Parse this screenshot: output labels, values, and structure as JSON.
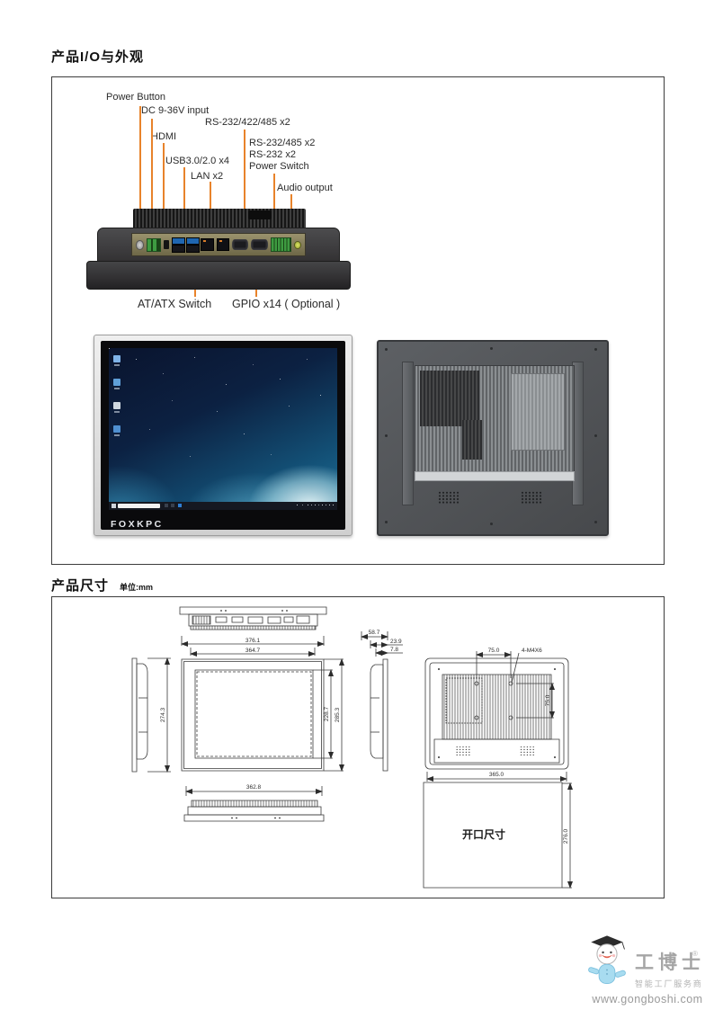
{
  "sections": {
    "io": {
      "title": "产品I/O与外观"
    },
    "dims": {
      "title": "产品尺寸",
      "unit": "单位:mm"
    }
  },
  "io_diagram": {
    "labels": {
      "power_button": "Power Button",
      "dc_input": "DC 9-36V input",
      "serial_422": "RS-232/422/485 x2",
      "hdmi": "HDMI",
      "serial_485": "RS-232/485 x2",
      "serial_232": "RS-232 x2",
      "power_switch": "Power Switch",
      "usb": "USB3.0/2.0 x4",
      "lan": "LAN x2",
      "audio": "Audio output",
      "at_atx": "AT/ATX Switch",
      "gpio": "GPIO x14 ( Optional )"
    },
    "front_brand": "FOXKPC"
  },
  "dimension_drawing": {
    "front_width_outer": "376.1",
    "front_width_inner": "364.7",
    "side_height": "274.3",
    "screen_height_inner": "228.7",
    "screen_height_outer": "285.3",
    "side_depth": "58.7",
    "depth_mid": "23.9",
    "depth_front": "7.8",
    "vesa_horizontal": "75.0",
    "vesa_screw_label": "4-M4X6",
    "vesa_vertical": "75.0",
    "rear_width": "365.0",
    "bottom_width": "362.8",
    "cutout_label": "开口尺寸",
    "cutout_width": "365.0",
    "cutout_height": "276.0"
  },
  "footer_logo": {
    "registered": "®",
    "brand": "工博士",
    "tagline": "智能工厂服务商",
    "url": "www.gongboshi.com"
  },
  "colors": {
    "leader": "#e8832b",
    "green": "#3e9b41",
    "usbblue": "#1f66b0"
  }
}
